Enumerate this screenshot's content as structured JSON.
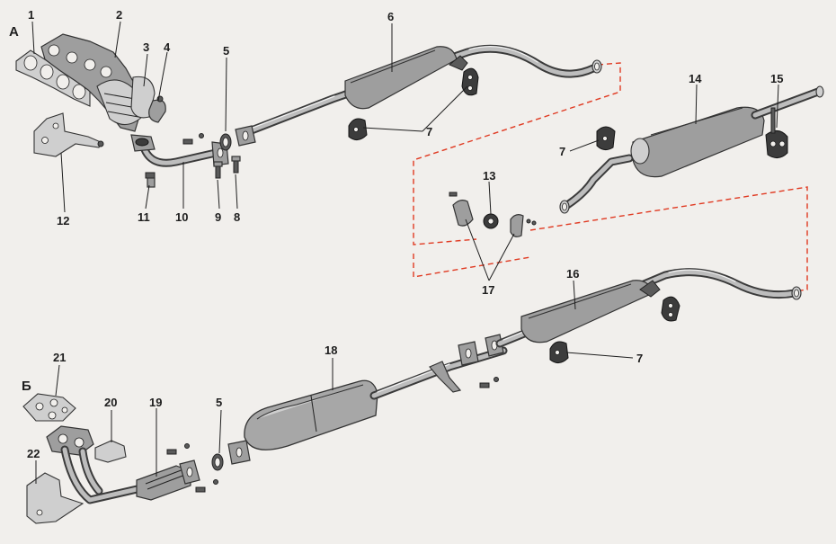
{
  "sections": [
    {
      "id": "section-a",
      "label": "А"
    },
    {
      "id": "section-b",
      "label": "Б"
    }
  ],
  "callouts": {
    "c1": "1",
    "c2": "2",
    "c3": "3",
    "c4": "4",
    "c5a": "5",
    "c6": "6",
    "c7a": "7",
    "c7b": "7",
    "c7c": "7",
    "c8": "8",
    "c9": "9",
    "c10": "10",
    "c11": "11",
    "c12": "12",
    "c13": "13",
    "c14": "14",
    "c15": "15",
    "c16": "16",
    "c17": "17",
    "c18": "18",
    "c19": "19",
    "c5b": "5",
    "c20": "20",
    "c21": "21",
    "c22": "22"
  },
  "colors": {
    "background": "#f1efec",
    "connector_dashes": "#e03a22",
    "metal": "#9e9e9e",
    "rubber": "#3c3c3c",
    "ink": "#1e1e1e"
  }
}
